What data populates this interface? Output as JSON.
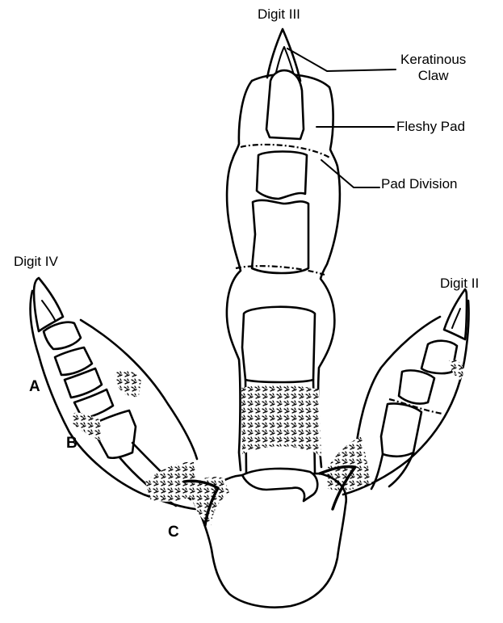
{
  "labels": {
    "digit_iii": "Digit III",
    "digit_iv": "Digit IV",
    "digit_ii": "Digit II",
    "keratinous_claw_line1": "Keratinous",
    "keratinous_claw_line2": "Claw",
    "fleshy_pad": "Fleshy Pad",
    "pad_division": "Pad Division"
  },
  "letters": {
    "a": "A",
    "b": "B",
    "c": "C"
  },
  "colors": {
    "ink": "#000000",
    "paper": "#ffffff"
  }
}
